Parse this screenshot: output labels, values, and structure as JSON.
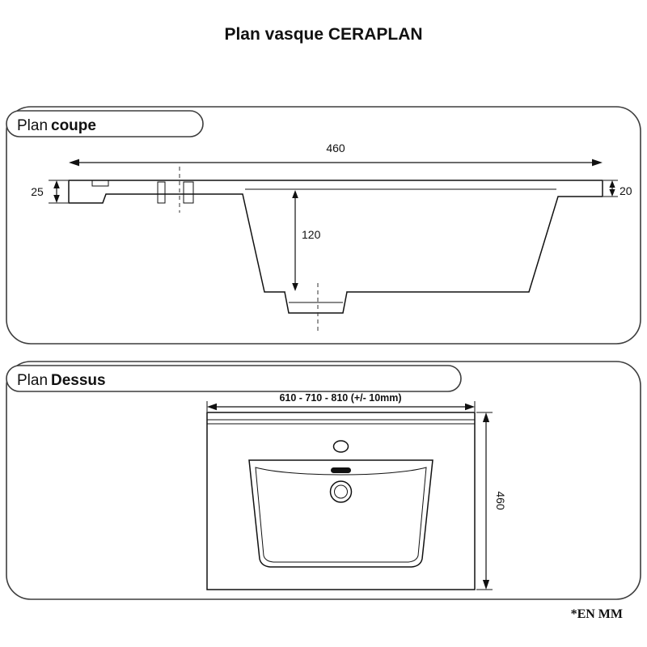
{
  "title": "Plan vasque CERAPLAN",
  "footer_note": "*EN MM",
  "colors": {
    "line": "#111111",
    "panel_border": "#3d3d3d",
    "background": "#ffffff"
  },
  "sections": {
    "coupe": {
      "label_prefix": "Plan",
      "label_name": "coupe",
      "dim_width": "460",
      "dim_left_height": "25",
      "dim_right_height": "20",
      "dim_depth": "120"
    },
    "dessus": {
      "label_prefix": "Plan",
      "label_name": "Dessus",
      "dim_widths": "610 - 710 - 810 (+/- 10mm)",
      "dim_depth": "460"
    }
  }
}
